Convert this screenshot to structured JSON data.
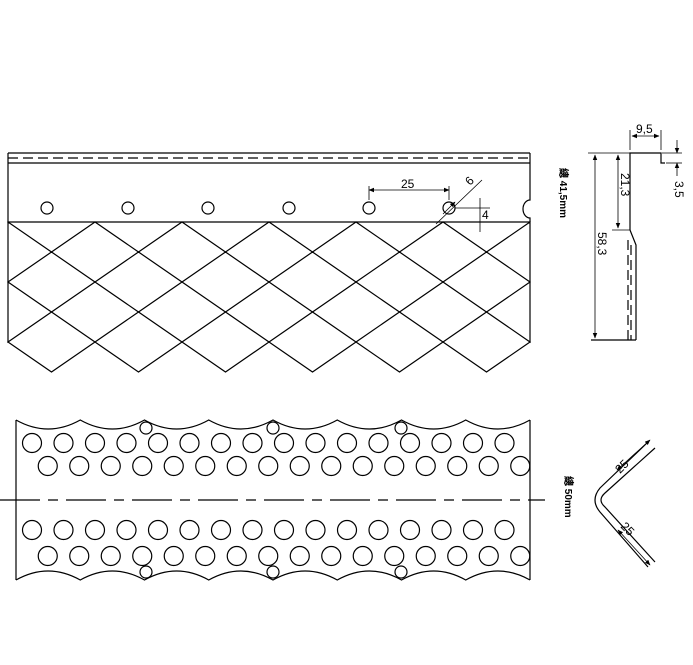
{
  "dimensions": {
    "hole_pitch": "25",
    "hole_diameter": "6",
    "hole_offset": "4",
    "flange_width": "9,5",
    "lip_height": "3,5",
    "upper_height": "21,3",
    "total_height": "58,3",
    "angle_leg_a": "25",
    "angle_leg_b": "25"
  },
  "labels": {
    "mesh_bead_width": "總 41,5mm",
    "angle_bead_width": "總 50mm"
  }
}
